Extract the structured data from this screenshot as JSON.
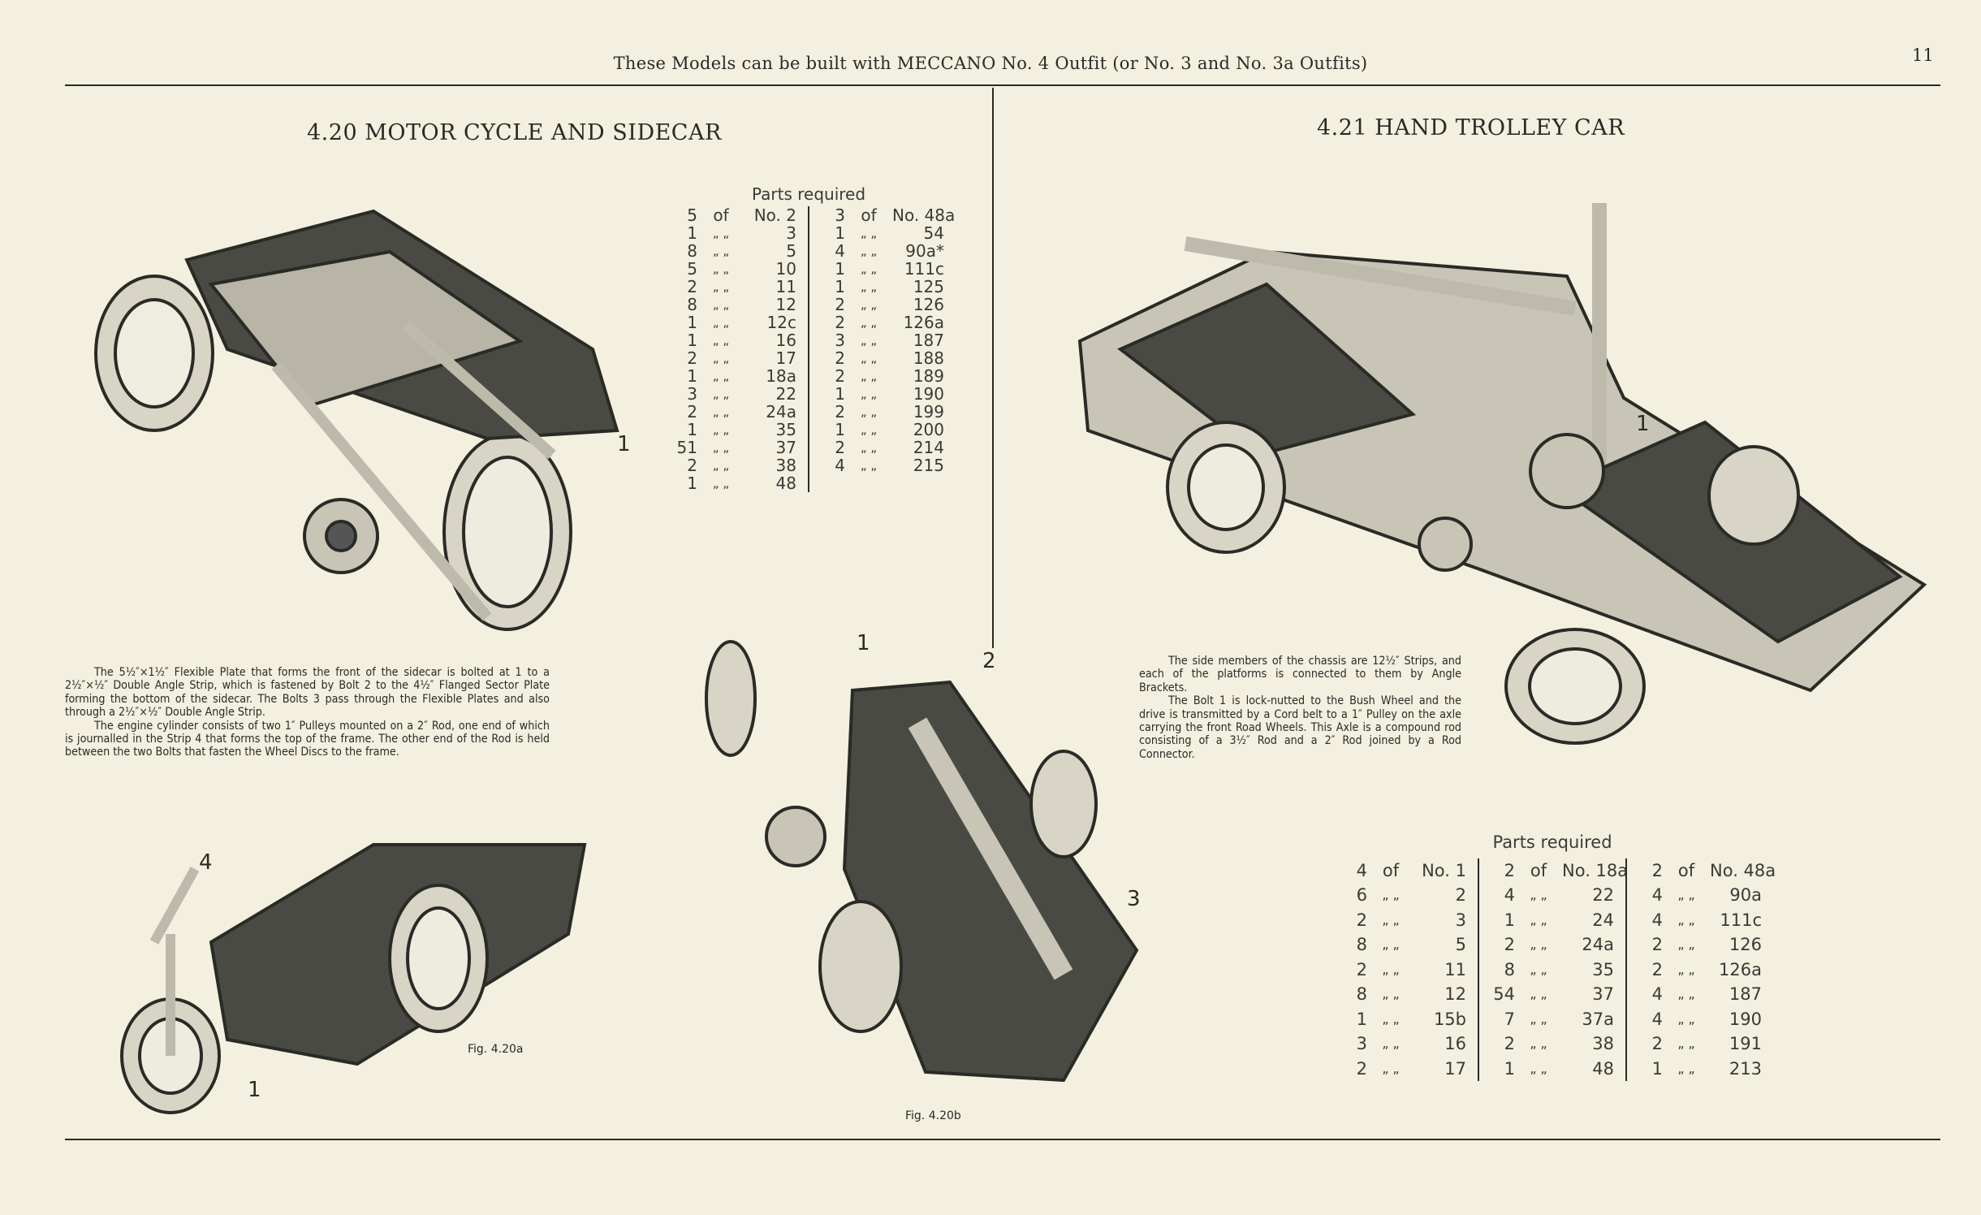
{
  "header": {
    "text": "These Models can be built with MECCANO No. 4 Outfit (or No. 3 and No. 3a Outfits)",
    "page_number": "11"
  },
  "model_420": {
    "title": "4.20  MOTOR CYCLE AND SIDECAR",
    "parts_heading": "Parts required",
    "parts_columns": [
      [
        [
          "5",
          "of",
          "No. 2"
        ],
        [
          "1",
          "„ „",
          "3"
        ],
        [
          "8",
          "„ „",
          "5"
        ],
        [
          "5",
          "„ „",
          "10"
        ],
        [
          "2",
          "„ „",
          "11"
        ],
        [
          "8",
          "„ „",
          "12"
        ],
        [
          "1",
          "„ „",
          "12c"
        ],
        [
          "1",
          "„ „",
          "16"
        ],
        [
          "2",
          "„ „",
          "17"
        ],
        [
          "1",
          "„ „",
          "18a"
        ],
        [
          "3",
          "„ „",
          "22"
        ],
        [
          "2",
          "„ „",
          "24a"
        ],
        [
          "1",
          "„ „",
          "35"
        ],
        [
          "51",
          "„ „",
          "37"
        ],
        [
          "2",
          "„ „",
          "38"
        ],
        [
          "1",
          "„ „",
          "48"
        ]
      ],
      [
        [
          "3",
          "of",
          "No. 48a"
        ],
        [
          "1",
          "„ „",
          "54"
        ],
        [
          "4",
          "„ „",
          "90a*"
        ],
        [
          "1",
          "„ „",
          "111c"
        ],
        [
          "1",
          "„ „",
          "125"
        ],
        [
          "2",
          "„ „",
          "126"
        ],
        [
          "2",
          "„ „",
          "126a"
        ],
        [
          "3",
          "„ „",
          "187"
        ],
        [
          "2",
          "„ „",
          "188"
        ],
        [
          "2",
          "„ „",
          "189"
        ],
        [
          "1",
          "„ „",
          "190"
        ],
        [
          "2",
          "„ „",
          "199"
        ],
        [
          "1",
          "„ „",
          "200"
        ],
        [
          "2",
          "„ „",
          "214"
        ],
        [
          "4",
          "„ „",
          "215"
        ]
      ]
    ],
    "description": [
      "The 5½″×1½″ Flexible Plate that forms the front of the sidecar is bolted at 1 to a 2½″×½″ Double Angle Strip, which is fastened by Bolt 2 to the 4½″ Flanged Sector Plate forming the bottom of the sidecar. The Bolts 3 pass through the Flexible Plates and also through a 2½″×½″ Double Angle Strip.",
      "The engine cylinder consists of two 1″ Pulleys mounted on a 2″ Rod, one end of which is journalled in the Strip 4 that forms the top of the frame. The other end of the Rod is held between the two Bolts that fasten the Wheel Discs to the frame."
    ],
    "callouts_main": [
      "1"
    ],
    "fig_a": {
      "caption": "Fig. 4.20a",
      "callouts": [
        "4",
        "1"
      ]
    },
    "fig_b": {
      "caption": "Fig. 4.20b",
      "callouts": [
        "1",
        "2",
        "3"
      ]
    }
  },
  "model_421": {
    "title": "4.21  HAND TROLLEY CAR",
    "description": [
      "The side members of the chassis are 12½″ Strips, and each of the platforms is connected to them by Angle Brackets.",
      "The Bolt 1 is lock-nutted to the Bush Wheel and the drive is transmitted by a Cord belt to a 1″ Pulley on the axle carrying the front Road Wheels. This Axle is a compound rod consisting of a 3½″ Rod and a 2″ Rod joined by a Rod Connector."
    ],
    "callouts": [
      "1"
    ],
    "parts_heading": "Parts required",
    "parts_columns": [
      [
        [
          "4",
          "of",
          "No. 1"
        ],
        [
          "6",
          "„ „",
          "2"
        ],
        [
          "2",
          "„ „",
          "3"
        ],
        [
          "8",
          "„ „",
          "5"
        ],
        [
          "2",
          "„ „",
          "11"
        ],
        [
          "8",
          "„ „",
          "12"
        ],
        [
          "1",
          "„ „",
          "15b"
        ],
        [
          "3",
          "„ „",
          "16"
        ],
        [
          "2",
          "„ „",
          "17"
        ]
      ],
      [
        [
          "2",
          "of",
          "No. 18a"
        ],
        [
          "4",
          "„ „",
          "22"
        ],
        [
          "1",
          "„ „",
          "24"
        ],
        [
          "2",
          "„ „",
          "24a"
        ],
        [
          "8",
          "„ „",
          "35"
        ],
        [
          "54",
          "„ „",
          "37"
        ],
        [
          "7",
          "„ „",
          "37a"
        ],
        [
          "2",
          "„ „",
          "38"
        ],
        [
          "1",
          "„ „",
          "48"
        ]
      ],
      [
        [
          "2",
          "of",
          "No. 48a"
        ],
        [
          "4",
          "„ „",
          "90a"
        ],
        [
          "4",
          "„ „",
          "111c"
        ],
        [
          "2",
          "„ „",
          "126"
        ],
        [
          "2",
          "„ „",
          "126a"
        ],
        [
          "4",
          "„ „",
          "187"
        ],
        [
          "4",
          "„ „",
          "190"
        ],
        [
          "2",
          "„ „",
          "191"
        ],
        [
          "1",
          "„ „",
          "213"
        ]
      ]
    ]
  }
}
